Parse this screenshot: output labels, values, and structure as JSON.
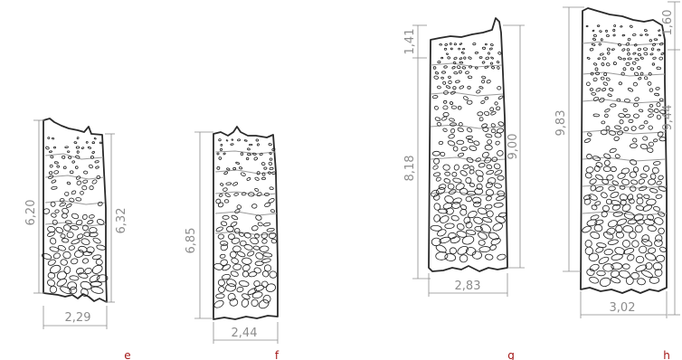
{
  "colors": {
    "dimension": "#8c8c8c",
    "label": "#a31515",
    "outline": "#2a2a2a"
  },
  "sections": [
    {
      "id": "e",
      "label": "e",
      "dims": {
        "left_height": "6,20",
        "right_height": "6,32",
        "width": "2,29"
      }
    },
    {
      "id": "f",
      "label": "f",
      "dims": {
        "left_height": "6,85",
        "width": "2,44"
      }
    },
    {
      "id": "g",
      "label": "g",
      "dims": {
        "top_height": "1,41",
        "left_height": "8,18",
        "right_height": "9,00",
        "width": "2,83"
      }
    },
    {
      "id": "h",
      "label": "h",
      "dims": {
        "left_height": "9,83",
        "top_right_height": "1,60",
        "right_height": "9,44",
        "width": "3,02"
      }
    }
  ]
}
